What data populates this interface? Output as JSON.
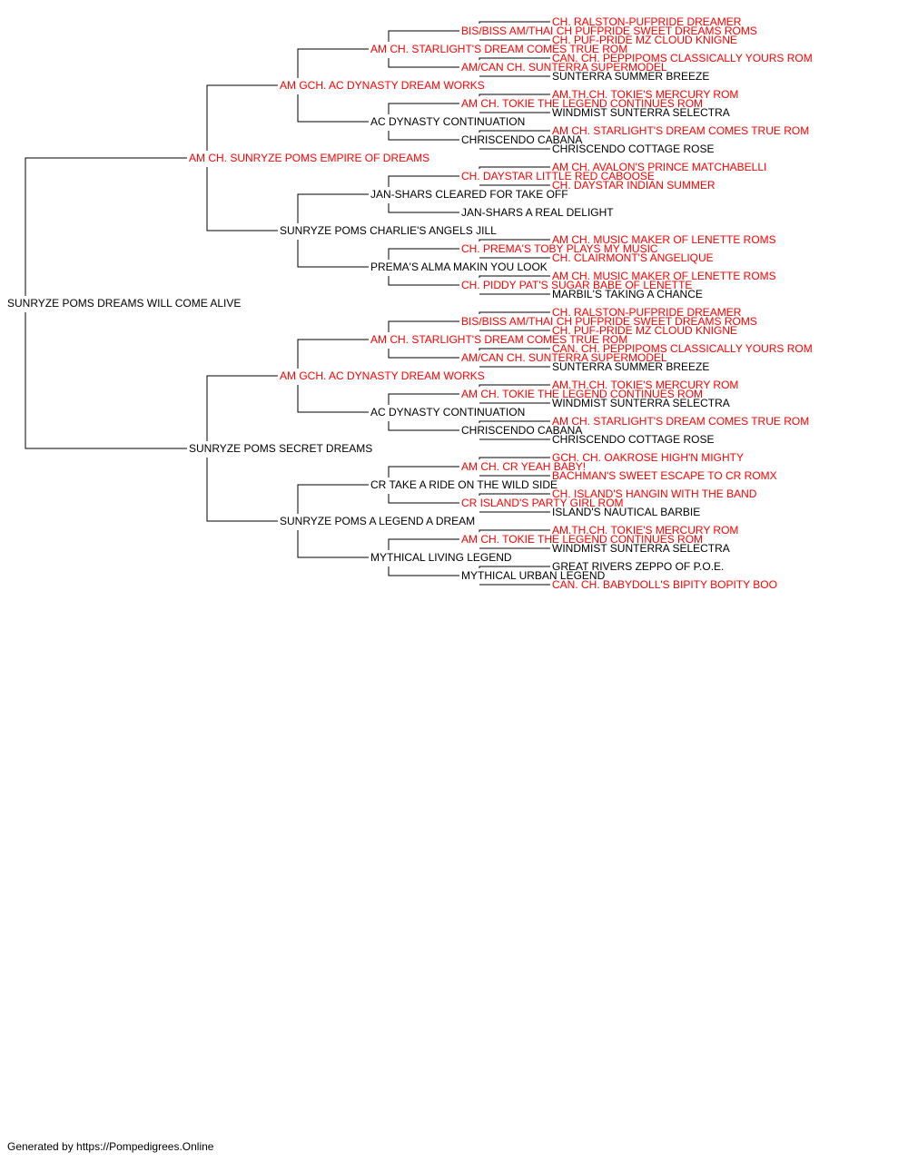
{
  "colors": {
    "champion": "#ff0000",
    "normal": "#000000",
    "line": "#000000"
  },
  "footer": "Generated by https://Pompedigrees.Online",
  "pedigree": {
    "name": "SUNRYZE POMS DREAMS WILL COME ALIVE",
    "champion": false,
    "sire": {
      "name": "AM CH. SUNRYZE POMS EMPIRE OF DREAMS",
      "champion": true,
      "sire": {
        "name": "AM GCH. AC DYNASTY DREAM WORKS",
        "champion": true,
        "sire": {
          "name": "AM CH. STARLIGHT'S DREAM COMES TRUE ROM",
          "champion": true,
          "sire": {
            "name": "BIS/BISS AM/THAI CH PUFPRIDE SWEET DREAMS ROMS",
            "champion": true,
            "sire": {
              "name": "CH. RALSTON-PUFPRIDE DREAMER",
              "champion": true
            },
            "dam": {
              "name": "CH. PUF-PRIDE MZ CLOUD KNIGNE",
              "champion": true
            }
          },
          "dam": {
            "name": "AM/CAN CH. SUNTERRA SUPERMODEL",
            "champion": true,
            "sire": {
              "name": "CAN. CH. PEPPIPOMS CLASSICALLY YOURS ROM",
              "champion": true
            },
            "dam": {
              "name": "SUNTERRA SUMMER BREEZE",
              "champion": false
            }
          }
        },
        "dam": {
          "name": "AC DYNASTY CONTINUATION",
          "champion": false,
          "sire": {
            "name": "AM CH. TOKIE THE LEGEND CONTINUES ROM",
            "champion": true,
            "sire": {
              "name": "AM.TH.CH. TOKIE'S MERCURY ROM",
              "champion": true
            },
            "dam": {
              "name": "WINDMIST SUNTERRA SELECTRA",
              "champion": false
            }
          },
          "dam": {
            "name": "CHRISCENDO CABANA",
            "champion": false,
            "sire": {
              "name": "AM CH. STARLIGHT'S DREAM COMES TRUE ROM",
              "champion": true
            },
            "dam": {
              "name": "CHRISCENDO COTTAGE ROSE",
              "champion": false
            }
          }
        }
      },
      "dam": {
        "name": "SUNRYZE POMS CHARLIE'S ANGELS JILL",
        "champion": false,
        "sire": {
          "name": "JAN-SHARS CLEARED FOR TAKE OFF",
          "champion": false,
          "sire": {
            "name": "CH. DAYSTAR LITTLE RED CABOOSE",
            "champion": true,
            "sire": {
              "name": "AM CH. AVALON'S PRINCE MATCHABELLI",
              "champion": true
            },
            "dam": {
              "name": "CH. DAYSTAR INDIAN SUMMER",
              "champion": true
            }
          },
          "dam": {
            "name": "JAN-SHARS A REAL DELIGHT",
            "champion": false
          }
        },
        "dam": {
          "name": "PREMA'S ALMA MAKIN YOU LOOK",
          "champion": false,
          "sire": {
            "name": "CH. PREMA'S TOBY PLAYS MY MUSIC",
            "champion": true,
            "sire": {
              "name": "AM CH. MUSIC MAKER OF LENETTE ROMS",
              "champion": true
            },
            "dam": {
              "name": "CH. CLAIRMONT'S ANGELIQUE",
              "champion": true
            }
          },
          "dam": {
            "name": "CH. PIDDY PAT'S SUGAR BABE OF LENETTE",
            "champion": true,
            "sire": {
              "name": "AM CH. MUSIC MAKER OF LENETTE ROMS",
              "champion": true
            },
            "dam": {
              "name": "MARBIL'S TAKING A CHANCE",
              "champion": false
            }
          }
        }
      }
    },
    "dam": {
      "name": "SUNRYZE POMS SECRET DREAMS",
      "champion": false,
      "sire": {
        "name": "AM GCH. AC DYNASTY DREAM WORKS",
        "champion": true,
        "sire": {
          "name": "AM CH. STARLIGHT'S DREAM COMES TRUE ROM",
          "champion": true,
          "sire": {
            "name": "BIS/BISS AM/THAI CH PUFPRIDE SWEET DREAMS ROMS",
            "champion": true,
            "sire": {
              "name": "CH. RALSTON-PUFPRIDE DREAMER",
              "champion": true
            },
            "dam": {
              "name": "CH. PUF-PRIDE MZ CLOUD KNIGNE",
              "champion": true
            }
          },
          "dam": {
            "name": "AM/CAN CH. SUNTERRA SUPERMODEL",
            "champion": true,
            "sire": {
              "name": "CAN. CH. PEPPIPOMS CLASSICALLY YOURS ROM",
              "champion": true
            },
            "dam": {
              "name": "SUNTERRA SUMMER BREEZE",
              "champion": false
            }
          }
        },
        "dam": {
          "name": "AC DYNASTY CONTINUATION",
          "champion": false,
          "sire": {
            "name": "AM CH. TOKIE THE LEGEND CONTINUES ROM",
            "champion": true,
            "sire": {
              "name": "AM.TH.CH. TOKIE'S MERCURY ROM",
              "champion": true
            },
            "dam": {
              "name": "WINDMIST SUNTERRA SELECTRA",
              "champion": false
            }
          },
          "dam": {
            "name": "CHRISCENDO CABANA",
            "champion": false,
            "sire": {
              "name": "AM CH. STARLIGHT'S DREAM COMES TRUE ROM",
              "champion": true
            },
            "dam": {
              "name": "CHRISCENDO COTTAGE ROSE",
              "champion": false
            }
          }
        }
      },
      "dam": {
        "name": "SUNRYZE POMS A LEGEND A DREAM",
        "champion": false,
        "sire": {
          "name": "CR TAKE A RIDE ON THE WILD SIDE",
          "champion": false,
          "sire": {
            "name": "AM CH. CR YEAH BABY!",
            "champion": true,
            "sire": {
              "name": "GCH. CH. OAKROSE HIGH'N MIGHTY",
              "champion": true
            },
            "dam": {
              "name": "BACHMAN'S SWEET ESCAPE TO CR ROMX",
              "champion": true
            }
          },
          "dam": {
            "name": "CR ISLAND'S PARTY GIRL ROM",
            "champion": true,
            "sire": {
              "name": "CH. ISLAND'S HANGIN WITH THE BAND",
              "champion": true
            },
            "dam": {
              "name": "ISLAND'S NAUTICAL BARBIE",
              "champion": false
            }
          }
        },
        "dam": {
          "name": "MYTHICAL LIVING LEGEND",
          "champion": false,
          "sire": {
            "name": "AM CH. TOKIE THE LEGEND CONTINUES ROM",
            "champion": true,
            "sire": {
              "name": "AM.TH.CH. TOKIE'S MERCURY ROM",
              "champion": true
            },
            "dam": {
              "name": "WINDMIST SUNTERRA SELECTRA",
              "champion": false
            }
          },
          "dam": {
            "name": "MYTHICAL URBAN LEGEND",
            "champion": false,
            "sire": {
              "name": "GREAT RIVERS ZEPPO OF P.O.E.",
              "champion": false
            },
            "dam": {
              "name": "CAN. CH. BABYDOLL'S BIPITY BOPITY BOO",
              "champion": true
            }
          }
        }
      }
    }
  }
}
